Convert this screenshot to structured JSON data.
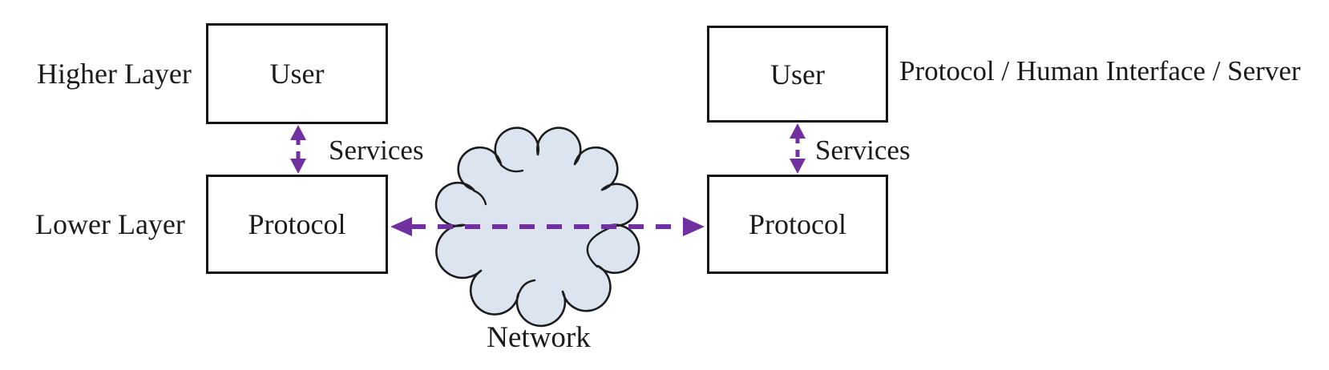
{
  "diagram": {
    "left": {
      "higher_layer_label": "Higher Layer",
      "lower_layer_label": "Lower Layer",
      "user_box_label": "User",
      "protocol_box_label": "Protocol",
      "services_label": "Services"
    },
    "right": {
      "user_box_label": "User",
      "protocol_box_label": "Protocol",
      "services_label": "Services",
      "annotation": "Protocol / Human Interface / Server"
    },
    "network_label": "Network",
    "colors": {
      "arrow_purple": "#7030A0",
      "cloud_fill": "#dce4ef",
      "outline_black": "#1c1c1c",
      "background": "#ffffff"
    }
  }
}
